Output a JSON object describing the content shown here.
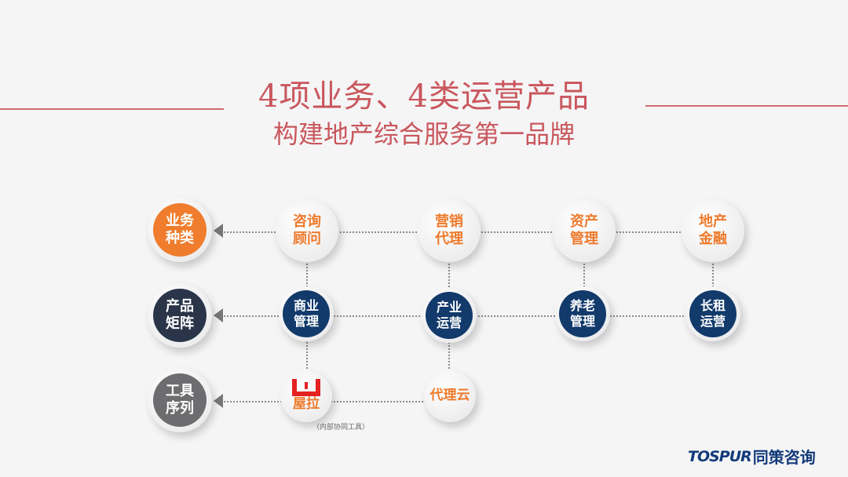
{
  "title": {
    "line1": "4项业务、4类运营产品",
    "line2": "构建地产综合服务第一品牌"
  },
  "categories": [
    {
      "label1": "业务",
      "label2": "种类",
      "color": "#ef7d2d"
    },
    {
      "label1": "产品",
      "label2": "矩阵",
      "color": "#2a3549"
    },
    {
      "label1": "工具",
      "label2": "序列",
      "color": "#6d6d6f"
    }
  ],
  "businesses": [
    {
      "label1": "咨询",
      "label2": "顾问"
    },
    {
      "label1": "营销",
      "label2": "代理"
    },
    {
      "label1": "资产",
      "label2": "管理"
    },
    {
      "label1": "地产",
      "label2": "金融"
    }
  ],
  "products": [
    {
      "label1": "商业",
      "label2": "管理"
    },
    {
      "label1": "产业",
      "label2": "运营"
    },
    {
      "label1": "养老",
      "label2": "管理"
    },
    {
      "label1": "长租",
      "label2": "运营"
    }
  ],
  "tools": [
    {
      "label": "屋拉",
      "icon": "wula-logo-icon"
    },
    {
      "label": "代理云"
    }
  ],
  "tool_note": "（内部协同工具）",
  "logo": {
    "brand": "TOSPUR",
    "name": "同策咨询"
  },
  "colors": {
    "accent": "#c9575d",
    "orange": "#ef7d2d",
    "navy": "#123a6b"
  }
}
